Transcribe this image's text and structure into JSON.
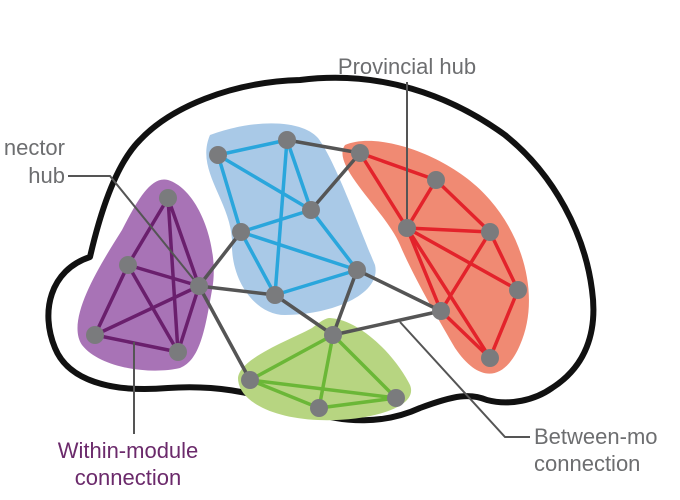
{
  "labels": {
    "provincial_hub": [
      "Provincial hub"
    ],
    "connector_hub": [
      "nector",
      "hub"
    ],
    "within_module": [
      "Within-module",
      "connection"
    ],
    "between_module": [
      "Between-mo",
      "connection"
    ]
  },
  "colors": {
    "brain_outline": "#111111",
    "leader_line": "#555555",
    "node_fill": "#7a7b7d",
    "between_edge": "#555555",
    "modules": {
      "purple": {
        "fill": "#a873b6",
        "edge": "#6a1f6d"
      },
      "blue": {
        "fill": "#a9c9e7",
        "edge": "#2aa6dc"
      },
      "red": {
        "fill": "#f08a73",
        "edge": "#e3232b"
      },
      "green": {
        "fill": "#b7d581",
        "edge": "#6bb737"
      }
    },
    "label_gray": "#6d6e70",
    "label_purple": "#6b2a6b"
  },
  "icons": {
    "node": "circle",
    "module_hull": "rounded-blob"
  }
}
